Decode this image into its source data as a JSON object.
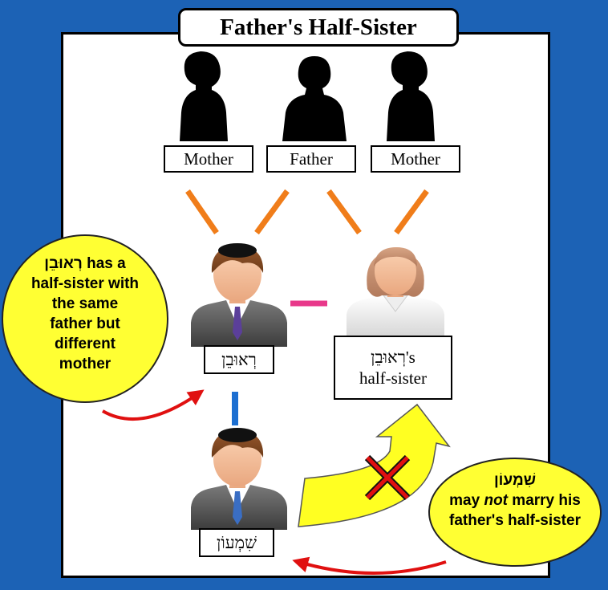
{
  "title": "Father's Half-Sister",
  "parents": {
    "mother_left": "Mother",
    "father": "Father",
    "mother_right": "Mother"
  },
  "reuven_label": "רְאוּבֵן",
  "halfsister_label": {
    "name": "רְאוּבֵן",
    "suffix": "'s",
    "line2": "half-sister"
  },
  "shimon_label": "שִׁמְעוֹן",
  "bubble_left": {
    "name": "רְאוּבֵן",
    "line1_rest": "has a",
    "line2": "half-sister with",
    "line3": "the same",
    "line4": "father but",
    "line5": "different",
    "line6": "mother"
  },
  "bubble_right": {
    "name": "שִׁמְעוֹן",
    "may": "may",
    "not": "not",
    "marry": "marry his",
    "line3": "father's half-sister"
  },
  "colors": {
    "background": "#1c62b5",
    "parent_lines": "#f07d1a",
    "spouse_line": "#e8388a",
    "child_line": "#1c6fd1",
    "arrow_red": "#e01010",
    "bubble": "#ffff33",
    "big_arrow": "#ffff22",
    "cross": "#e01010"
  },
  "icons": [
    "silhouette-woman-icon",
    "silhouette-man-icon",
    "boy-with-kippah-icon",
    "woman-avatar-icon"
  ]
}
